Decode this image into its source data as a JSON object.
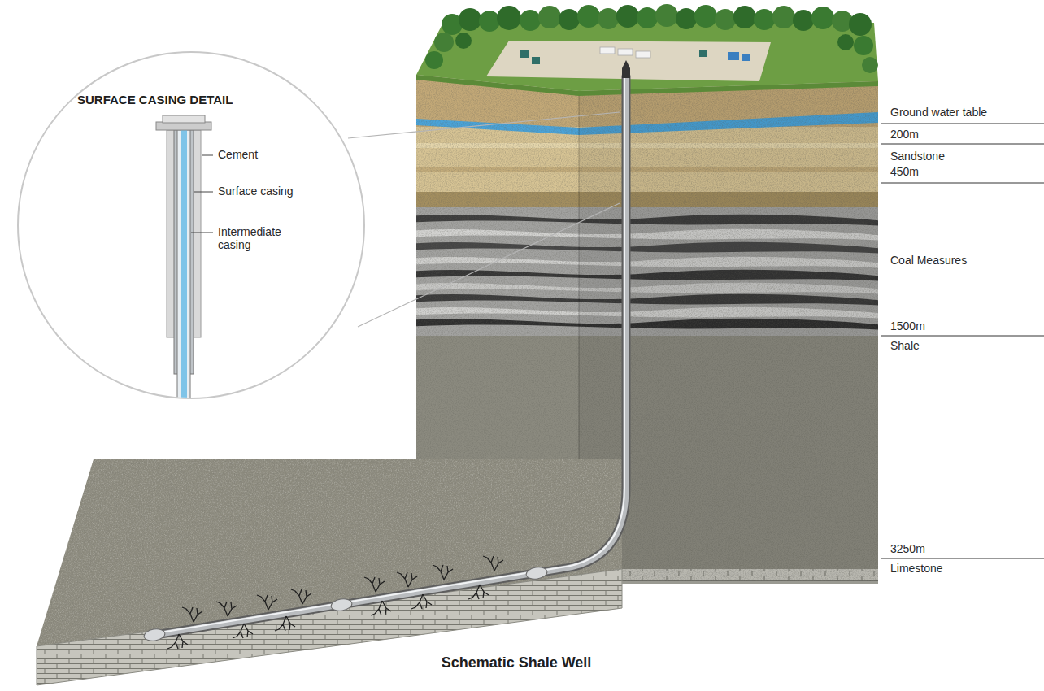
{
  "diagram": {
    "caption": "Schematic Shale Well",
    "nodes": [
      {
        "text": [
          "SURFACE CASING DETAIL"
        ]
      }
    ],
    "labels": [
      "Cement",
      "Surface casing",
      "Intermediate casing",
      "Ground water table",
      "200m",
      "Sandstone",
      "450m",
      "Coal Measures",
      "1500m",
      "Shale",
      "3250m",
      "Limestone"
    ]
  }
}
